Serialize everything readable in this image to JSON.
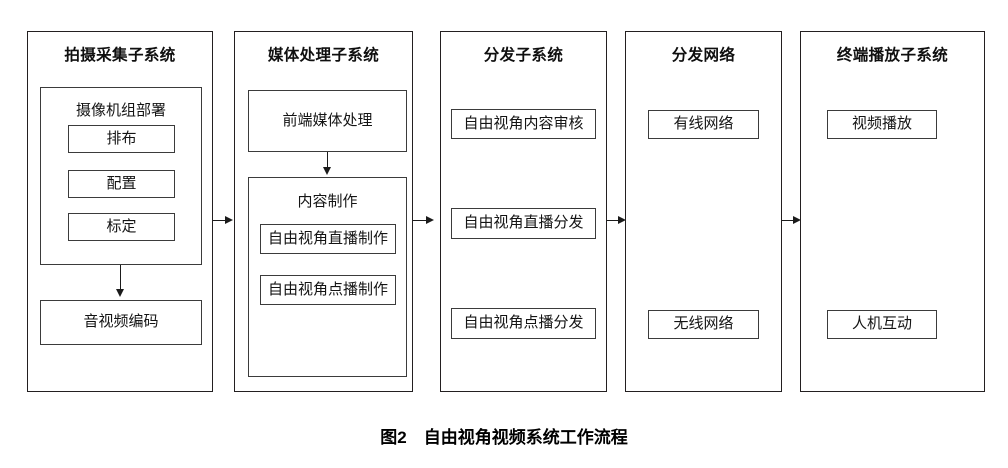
{
  "figure": {
    "caption_label": "图2",
    "caption_text": "自由视角视频系统工作流程",
    "caption_full": "图2　自由视角视频系统工作流程"
  },
  "colors": {
    "stroke": "#231f20",
    "node_stroke": "#3b3b3b",
    "connector": "#1b1b1b",
    "background": "#ffffff",
    "text": "#141414"
  },
  "columns": [
    {
      "id": "capture-subsystem",
      "title": "拍摄采集子系统",
      "groups": [
        {
          "id": "camera-rig-deployment",
          "title": "摄像机组部署",
          "nodes": [
            {
              "id": "layout",
              "label": "排布"
            },
            {
              "id": "configuration",
              "label": "配置"
            },
            {
              "id": "calibration",
              "label": "标定"
            }
          ]
        }
      ],
      "nodes": [
        {
          "id": "av-encoding",
          "label": "音视频编码"
        }
      ]
    },
    {
      "id": "media-processing-subsystem",
      "title": "媒体处理子系统",
      "nodes": [
        {
          "id": "frontend-media-processing",
          "label": "前端媒体处理"
        }
      ],
      "groups": [
        {
          "id": "content-production",
          "title": "内容制作",
          "nodes": [
            {
              "id": "free-viewpoint-live-production",
              "label": "自由视角直播制作"
            },
            {
              "id": "free-viewpoint-vod-production",
              "label": "自由视角点播制作"
            }
          ]
        }
      ]
    },
    {
      "id": "distribution-subsystem",
      "title": "分发子系统",
      "nodes": [
        {
          "id": "free-viewpoint-content-review",
          "label": "自由视角内容审核"
        },
        {
          "id": "free-viewpoint-live-distribution",
          "label": "自由视角直播分发"
        },
        {
          "id": "free-viewpoint-vod-distribution",
          "label": "自由视角点播分发"
        }
      ]
    },
    {
      "id": "distribution-network",
      "title": "分发网络",
      "nodes": [
        {
          "id": "wired-network",
          "label": "有线网络"
        },
        {
          "id": "wireless-network",
          "label": "无线网络"
        }
      ]
    },
    {
      "id": "terminal-playback-subsystem",
      "title": "终端播放子系统",
      "nodes": [
        {
          "id": "video-playback",
          "label": "视频播放"
        },
        {
          "id": "human-machine-interaction",
          "label": "人机互动"
        }
      ]
    }
  ],
  "connectors": {
    "horizontal": [
      {
        "id": "capture-to-media",
        "from": "capture-subsystem",
        "to": "media-processing-subsystem"
      },
      {
        "id": "media-to-distribution",
        "from": "media-processing-subsystem",
        "to": "distribution-subsystem"
      },
      {
        "id": "distribution-to-network",
        "from": "distribution-subsystem",
        "to": "distribution-network"
      },
      {
        "id": "network-to-terminal",
        "from": "distribution-network",
        "to": "terminal-playback-subsystem"
      }
    ],
    "vertical": [
      {
        "id": "rig-to-encoding",
        "from": "camera-rig-deployment",
        "to": "av-encoding"
      },
      {
        "id": "frontend-to-production",
        "from": "frontend-media-processing",
        "to": "content-production"
      }
    ]
  }
}
